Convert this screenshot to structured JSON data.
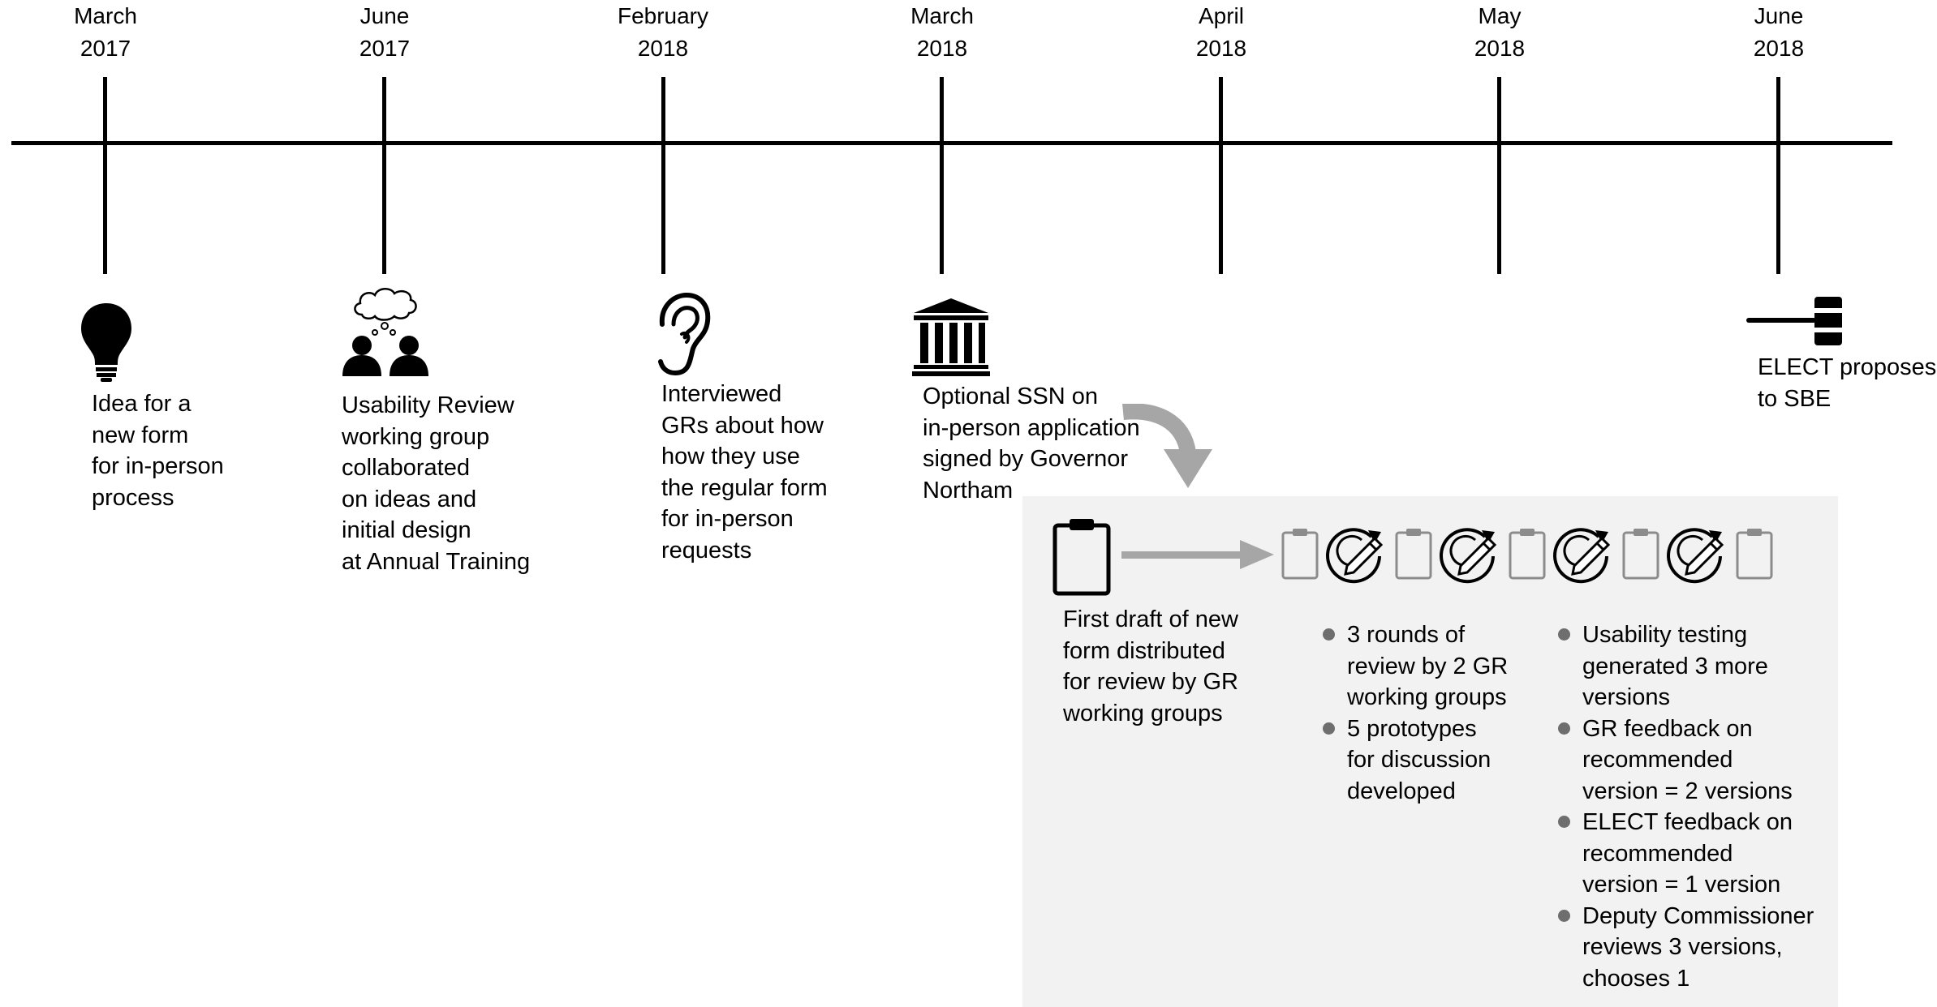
{
  "timeline": {
    "dates": [
      {
        "month": "March",
        "year": "2017"
      },
      {
        "month": "June",
        "year": "2017"
      },
      {
        "month": "February",
        "year": "2018"
      },
      {
        "month": "March",
        "year": "2018"
      },
      {
        "month": "April",
        "year": "2018"
      },
      {
        "month": "May",
        "year": "2018"
      },
      {
        "month": "June",
        "year": "2018"
      }
    ],
    "events": [
      {
        "icon": "lightbulb-icon",
        "text": "Idea for a\nnew form\nfor in-person\nprocess"
      },
      {
        "icon": "people-thought-cloud-icon",
        "text": "Usability Review\nworking group\ncollaborated\non ideas and\ninitial design\nat Annual Training"
      },
      {
        "icon": "ear-icon",
        "text": "Interviewed\nGRs about how\nhow they use\nthe regular form\nfor in-person\nrequests"
      },
      {
        "icon": "government-building-icon",
        "text": "Optional SSN on\nin-person application\nsigned by Governor\nNortham"
      },
      {
        "icon": "gavel-icon",
        "text": "ELECT proposes\nto SBE"
      }
    ]
  },
  "process": {
    "first_draft": "First draft of new\nform distributed\nfor review by GR\nworking groups",
    "icon_sequence": [
      "clipboard-icon",
      "revise-icon",
      "clipboard-icon",
      "revise-icon",
      "clipboard-icon",
      "revise-icon",
      "clipboard-icon",
      "revise-icon",
      "clipboard-icon"
    ],
    "bullets_left": [
      "3 rounds of\nreview by 2 GR\nworking groups",
      "5 prototypes\nfor discussion\ndeveloped"
    ],
    "bullets_right": [
      "Usability testing\ngenerated 3 more\nversions",
      "GR feedback on\nrecommended\nversion = 2 versions",
      "ELECT feedback on\nrecommended\nversion = 1 version",
      "Deputy Commissioner\nreviews 3 versions,\nchooses 1"
    ]
  },
  "colors": {
    "line": "#000000",
    "panel": "#f2f2f2",
    "arrow": "#a6a6a6",
    "icon_gray": "#8c8c8c",
    "bullet": "#6e6e6e"
  }
}
